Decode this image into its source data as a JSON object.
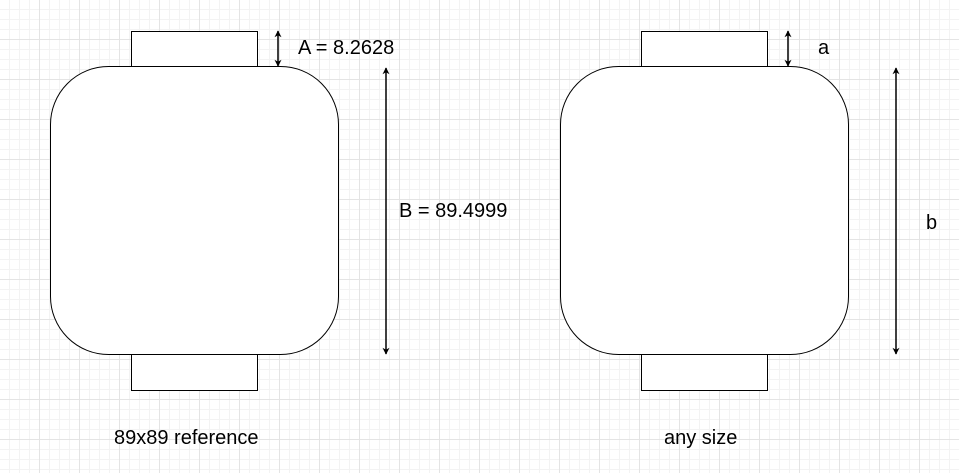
{
  "diagram": {
    "reference": {
      "label_a": "A = 8.2628",
      "label_b": "B = 89.4999",
      "caption": "89x89 reference"
    },
    "generic": {
      "label_a": "a",
      "label_b": "b",
      "caption": "any size"
    },
    "colors": {
      "stroke": "#000000",
      "fill": "#ffffff",
      "grid": "#e4e4e4"
    }
  }
}
